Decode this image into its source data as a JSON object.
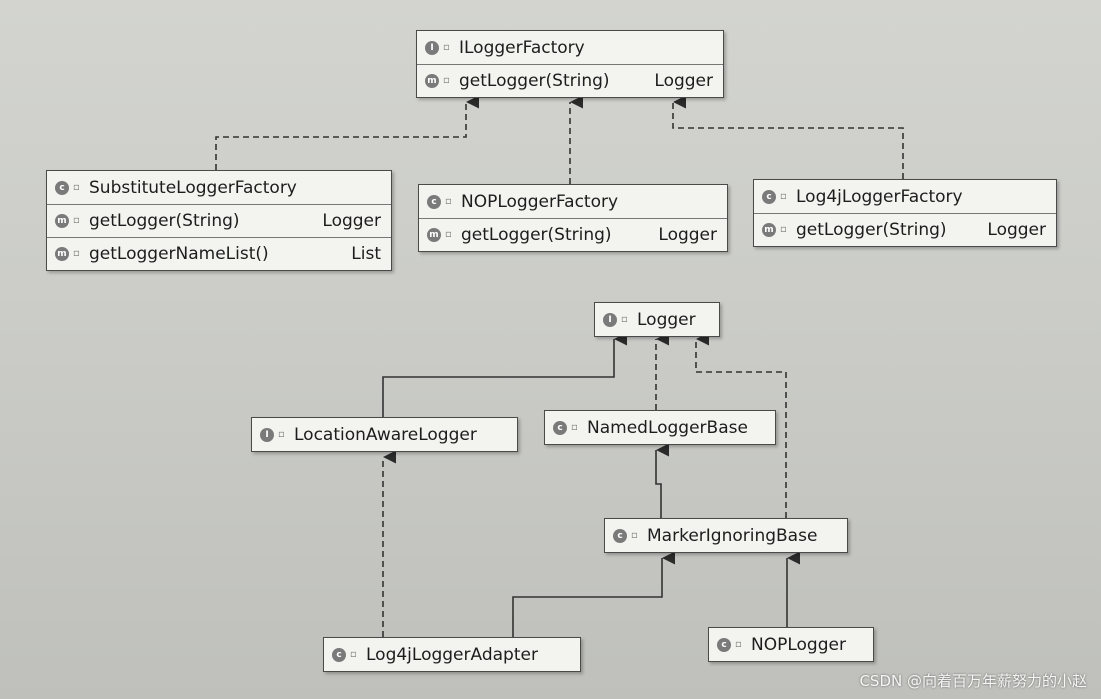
{
  "diagram": {
    "boxes": [
      {
        "id": "ILoggerFactory",
        "kind": "I",
        "rows": [
          {
            "badge": "I",
            "name": "ILoggerFactory",
            "type": ""
          },
          {
            "badge": "m",
            "name": "getLogger(String)",
            "type": "Logger"
          }
        ]
      },
      {
        "id": "SubstituteLoggerFactory",
        "kind": "C",
        "rows": [
          {
            "badge": "c",
            "name": "SubstituteLoggerFactory",
            "type": ""
          },
          {
            "badge": "m",
            "name": "getLogger(String)",
            "type": "Logger"
          },
          {
            "badge": "m",
            "name": "getLoggerNameList()",
            "type": "List"
          }
        ]
      },
      {
        "id": "NOPLoggerFactory",
        "kind": "C",
        "rows": [
          {
            "badge": "c",
            "name": "NOPLoggerFactory",
            "type": ""
          },
          {
            "badge": "m",
            "name": "getLogger(String)",
            "type": "Logger"
          }
        ]
      },
      {
        "id": "Log4jLoggerFactory",
        "kind": "C",
        "rows": [
          {
            "badge": "c",
            "name": "Log4jLoggerFactory",
            "type": ""
          },
          {
            "badge": "m",
            "name": "getLogger(String)",
            "type": "Logger"
          }
        ]
      },
      {
        "id": "Logger",
        "kind": "I",
        "rows": [
          {
            "badge": "I",
            "name": "Logger",
            "type": ""
          }
        ]
      },
      {
        "id": "LocationAwareLogger",
        "kind": "I",
        "rows": [
          {
            "badge": "I",
            "name": "LocationAwareLogger",
            "type": ""
          }
        ]
      },
      {
        "id": "NamedLoggerBase",
        "kind": "C",
        "rows": [
          {
            "badge": "c",
            "name": "NamedLoggerBase",
            "type": ""
          }
        ]
      },
      {
        "id": "MarkerIgnoringBase",
        "kind": "C",
        "rows": [
          {
            "badge": "c",
            "name": "MarkerIgnoringBase",
            "type": ""
          }
        ]
      },
      {
        "id": "Log4jLoggerAdapter",
        "kind": "C",
        "rows": [
          {
            "badge": "c",
            "name": "Log4jLoggerAdapter",
            "type": ""
          }
        ]
      },
      {
        "id": "NOPLogger",
        "kind": "C",
        "rows": [
          {
            "badge": "c",
            "name": "NOPLogger",
            "type": ""
          }
        ]
      }
    ],
    "edges": [
      {
        "from": "SubstituteLoggerFactory",
        "to": "ILoggerFactory",
        "style": "dashed"
      },
      {
        "from": "NOPLoggerFactory",
        "to": "ILoggerFactory",
        "style": "dashed"
      },
      {
        "from": "Log4jLoggerFactory",
        "to": "ILoggerFactory",
        "style": "dashed"
      },
      {
        "from": "LocationAwareLogger",
        "to": "Logger",
        "style": "solid"
      },
      {
        "from": "NamedLoggerBase",
        "to": "Logger",
        "style": "dashed"
      },
      {
        "from": "MarkerIgnoringBase",
        "to": "Logger",
        "style": "dashed"
      },
      {
        "from": "MarkerIgnoringBase",
        "to": "NamedLoggerBase",
        "style": "solid"
      },
      {
        "from": "Log4jLoggerAdapter",
        "to": "LocationAwareLogger",
        "style": "dashed"
      },
      {
        "from": "Log4jLoggerAdapter",
        "to": "MarkerIgnoringBase",
        "style": "solid"
      },
      {
        "from": "NOPLogger",
        "to": "MarkerIgnoringBase",
        "style": "solid"
      }
    ]
  },
  "watermark": "CSDN @向着百万年薪努力的小赵"
}
